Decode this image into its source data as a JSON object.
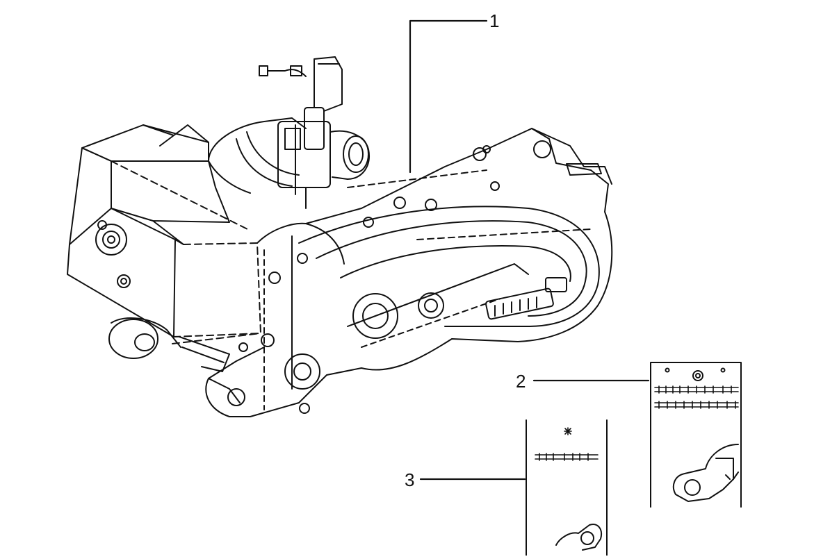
{
  "diagram": {
    "callouts": [
      {
        "id": "1",
        "label": "1"
      },
      {
        "id": "2",
        "label": "2"
      },
      {
        "id": "3",
        "label": "3"
      }
    ]
  },
  "colors": {
    "line": "#111111",
    "background": "#ffffff"
  }
}
